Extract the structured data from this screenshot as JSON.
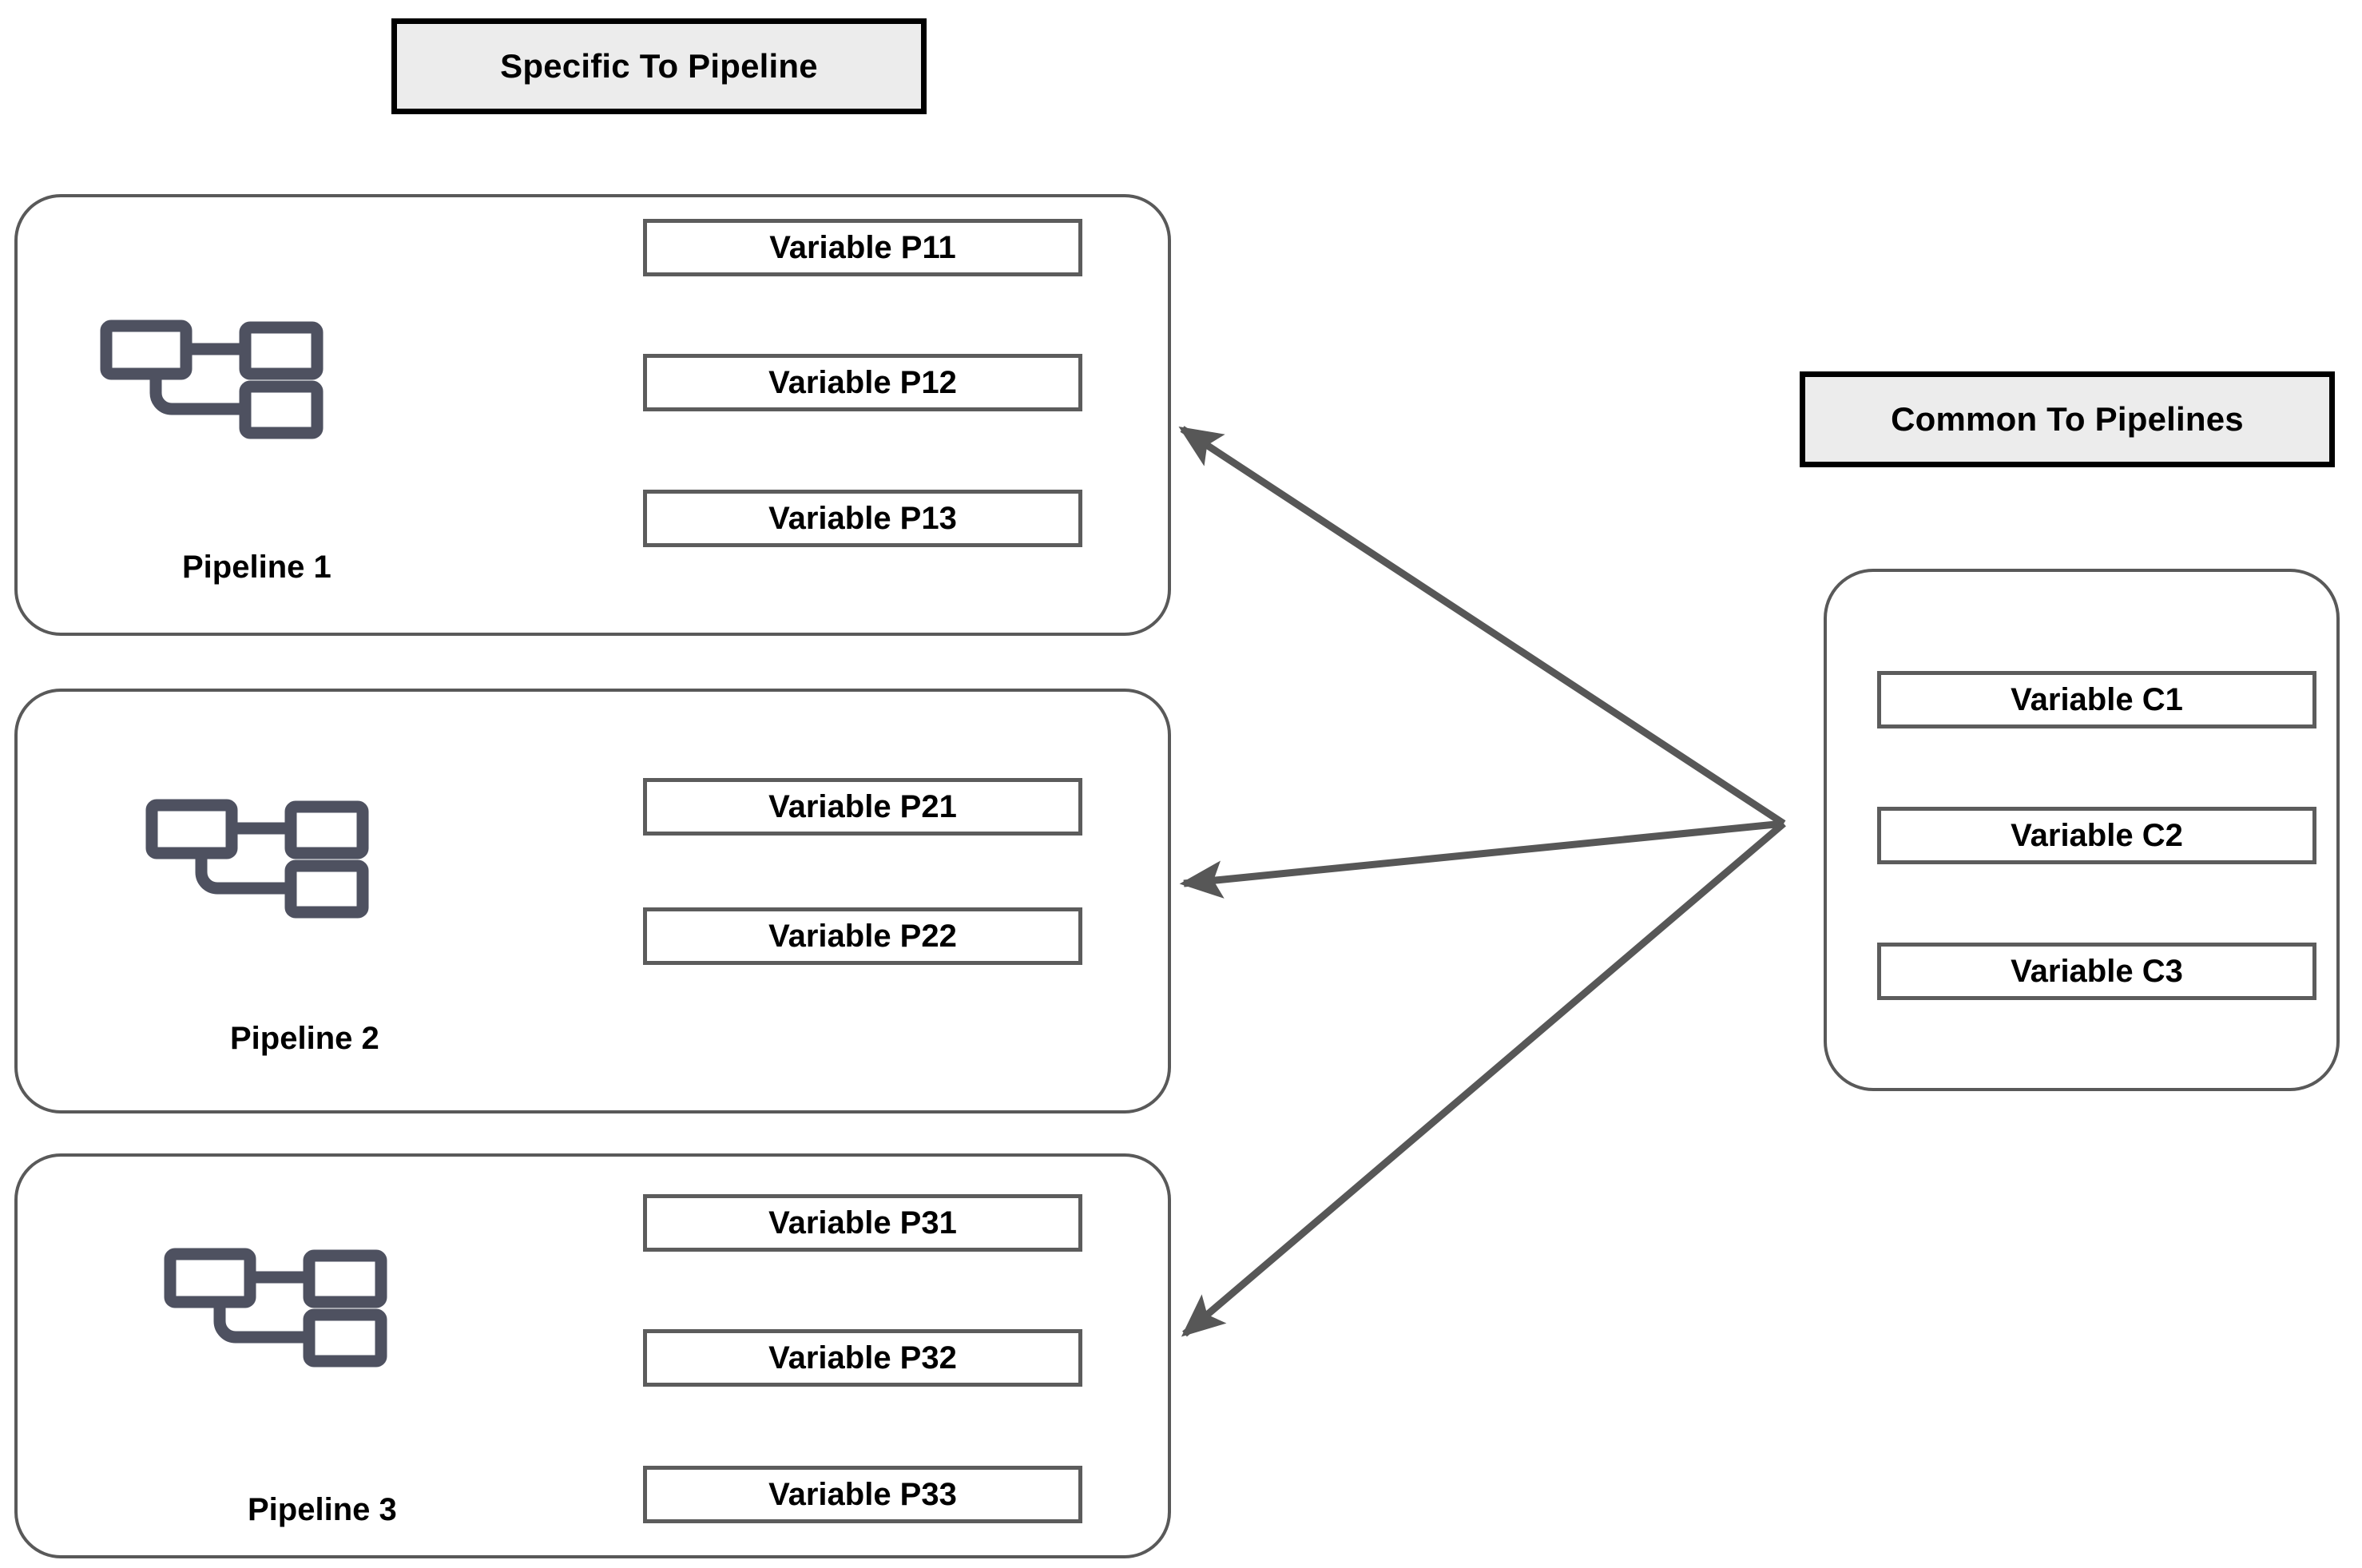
{
  "diagram": {
    "title_left": "Specific To Pipeline",
    "title_right": "Common To Pipelines",
    "colors": {
      "banner_fill": "#ececec",
      "banner_border": "#000000",
      "panel_border": "#595959",
      "box_border": "#5c5c5c",
      "arrow": "#575757",
      "icon": "#4e5160",
      "text": "#000000",
      "background": "#ffffff"
    },
    "pipelines": [
      {
        "label": "Pipeline 1",
        "icon_name": "pipeline-flow-icon",
        "variables": [
          {
            "label": "Variable P11"
          },
          {
            "label": "Variable P12"
          },
          {
            "label": "Variable P13"
          }
        ]
      },
      {
        "label": "Pipeline 2",
        "icon_name": "pipeline-flow-icon",
        "variables": [
          {
            "label": "Variable P21"
          },
          {
            "label": "Variable P22"
          }
        ]
      },
      {
        "label": "Pipeline 3",
        "icon_name": "pipeline-flow-icon",
        "variables": [
          {
            "label": "Variable P31"
          },
          {
            "label": "Variable P32"
          },
          {
            "label": "Variable P33"
          }
        ]
      }
    ],
    "common": {
      "variables": [
        {
          "label": "Variable C1"
        },
        {
          "label": "Variable C2"
        },
        {
          "label": "Variable C3"
        }
      ]
    },
    "connectors": [
      {
        "name": "common-to-pipeline-1",
        "from": "common-panel",
        "to": "pipeline-1",
        "style": "solid-arrow"
      },
      {
        "name": "common-to-pipeline-2",
        "from": "common-panel",
        "to": "pipeline-2",
        "style": "solid-arrow"
      },
      {
        "name": "common-to-pipeline-3",
        "from": "common-panel",
        "to": "pipeline-3",
        "style": "solid-arrow"
      }
    ]
  }
}
